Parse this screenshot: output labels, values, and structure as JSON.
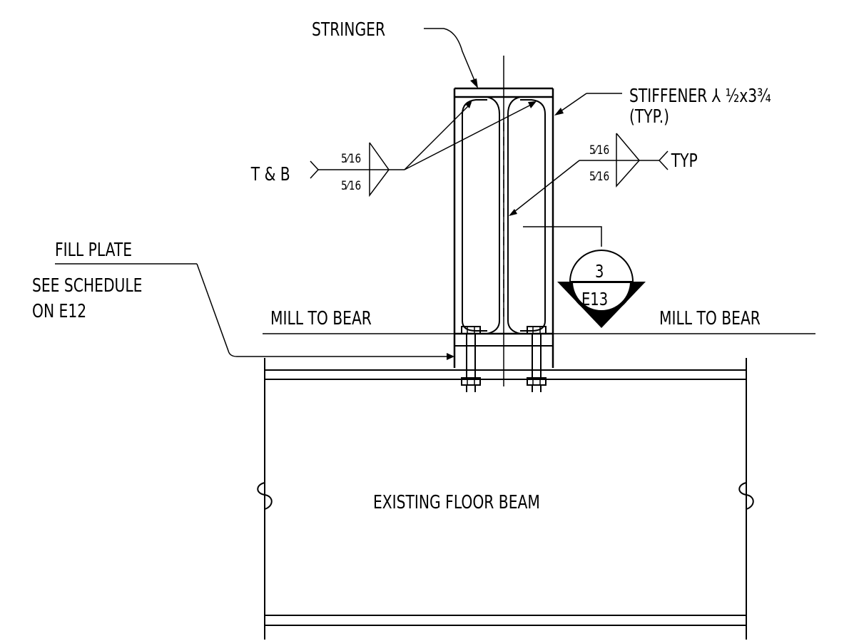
{
  "labels": {
    "stringer": "STRINGER",
    "stiffener": "STIFFENER ⅄ ½x3¾",
    "stiffener_typ": "(TYP.)",
    "t_and_b": "T & B",
    "typ": "TYP",
    "fill_plate": "FILL PLATE",
    "see_schedule": "SEE SCHEDULE",
    "on_e12": "ON E12",
    "mill_to_bear_left": "MILL TO BEAR",
    "mill_to_bear_right": "MILL TO BEAR",
    "existing_floor_beam": "EXISTING FLOOR BEAM"
  },
  "welds": {
    "left": {
      "top": "5⁄16",
      "bottom": "5⁄16"
    },
    "right": {
      "top": "5⁄16",
      "bottom": "5⁄16"
    }
  },
  "section_marker": {
    "number": "3",
    "sheet": "E13"
  }
}
